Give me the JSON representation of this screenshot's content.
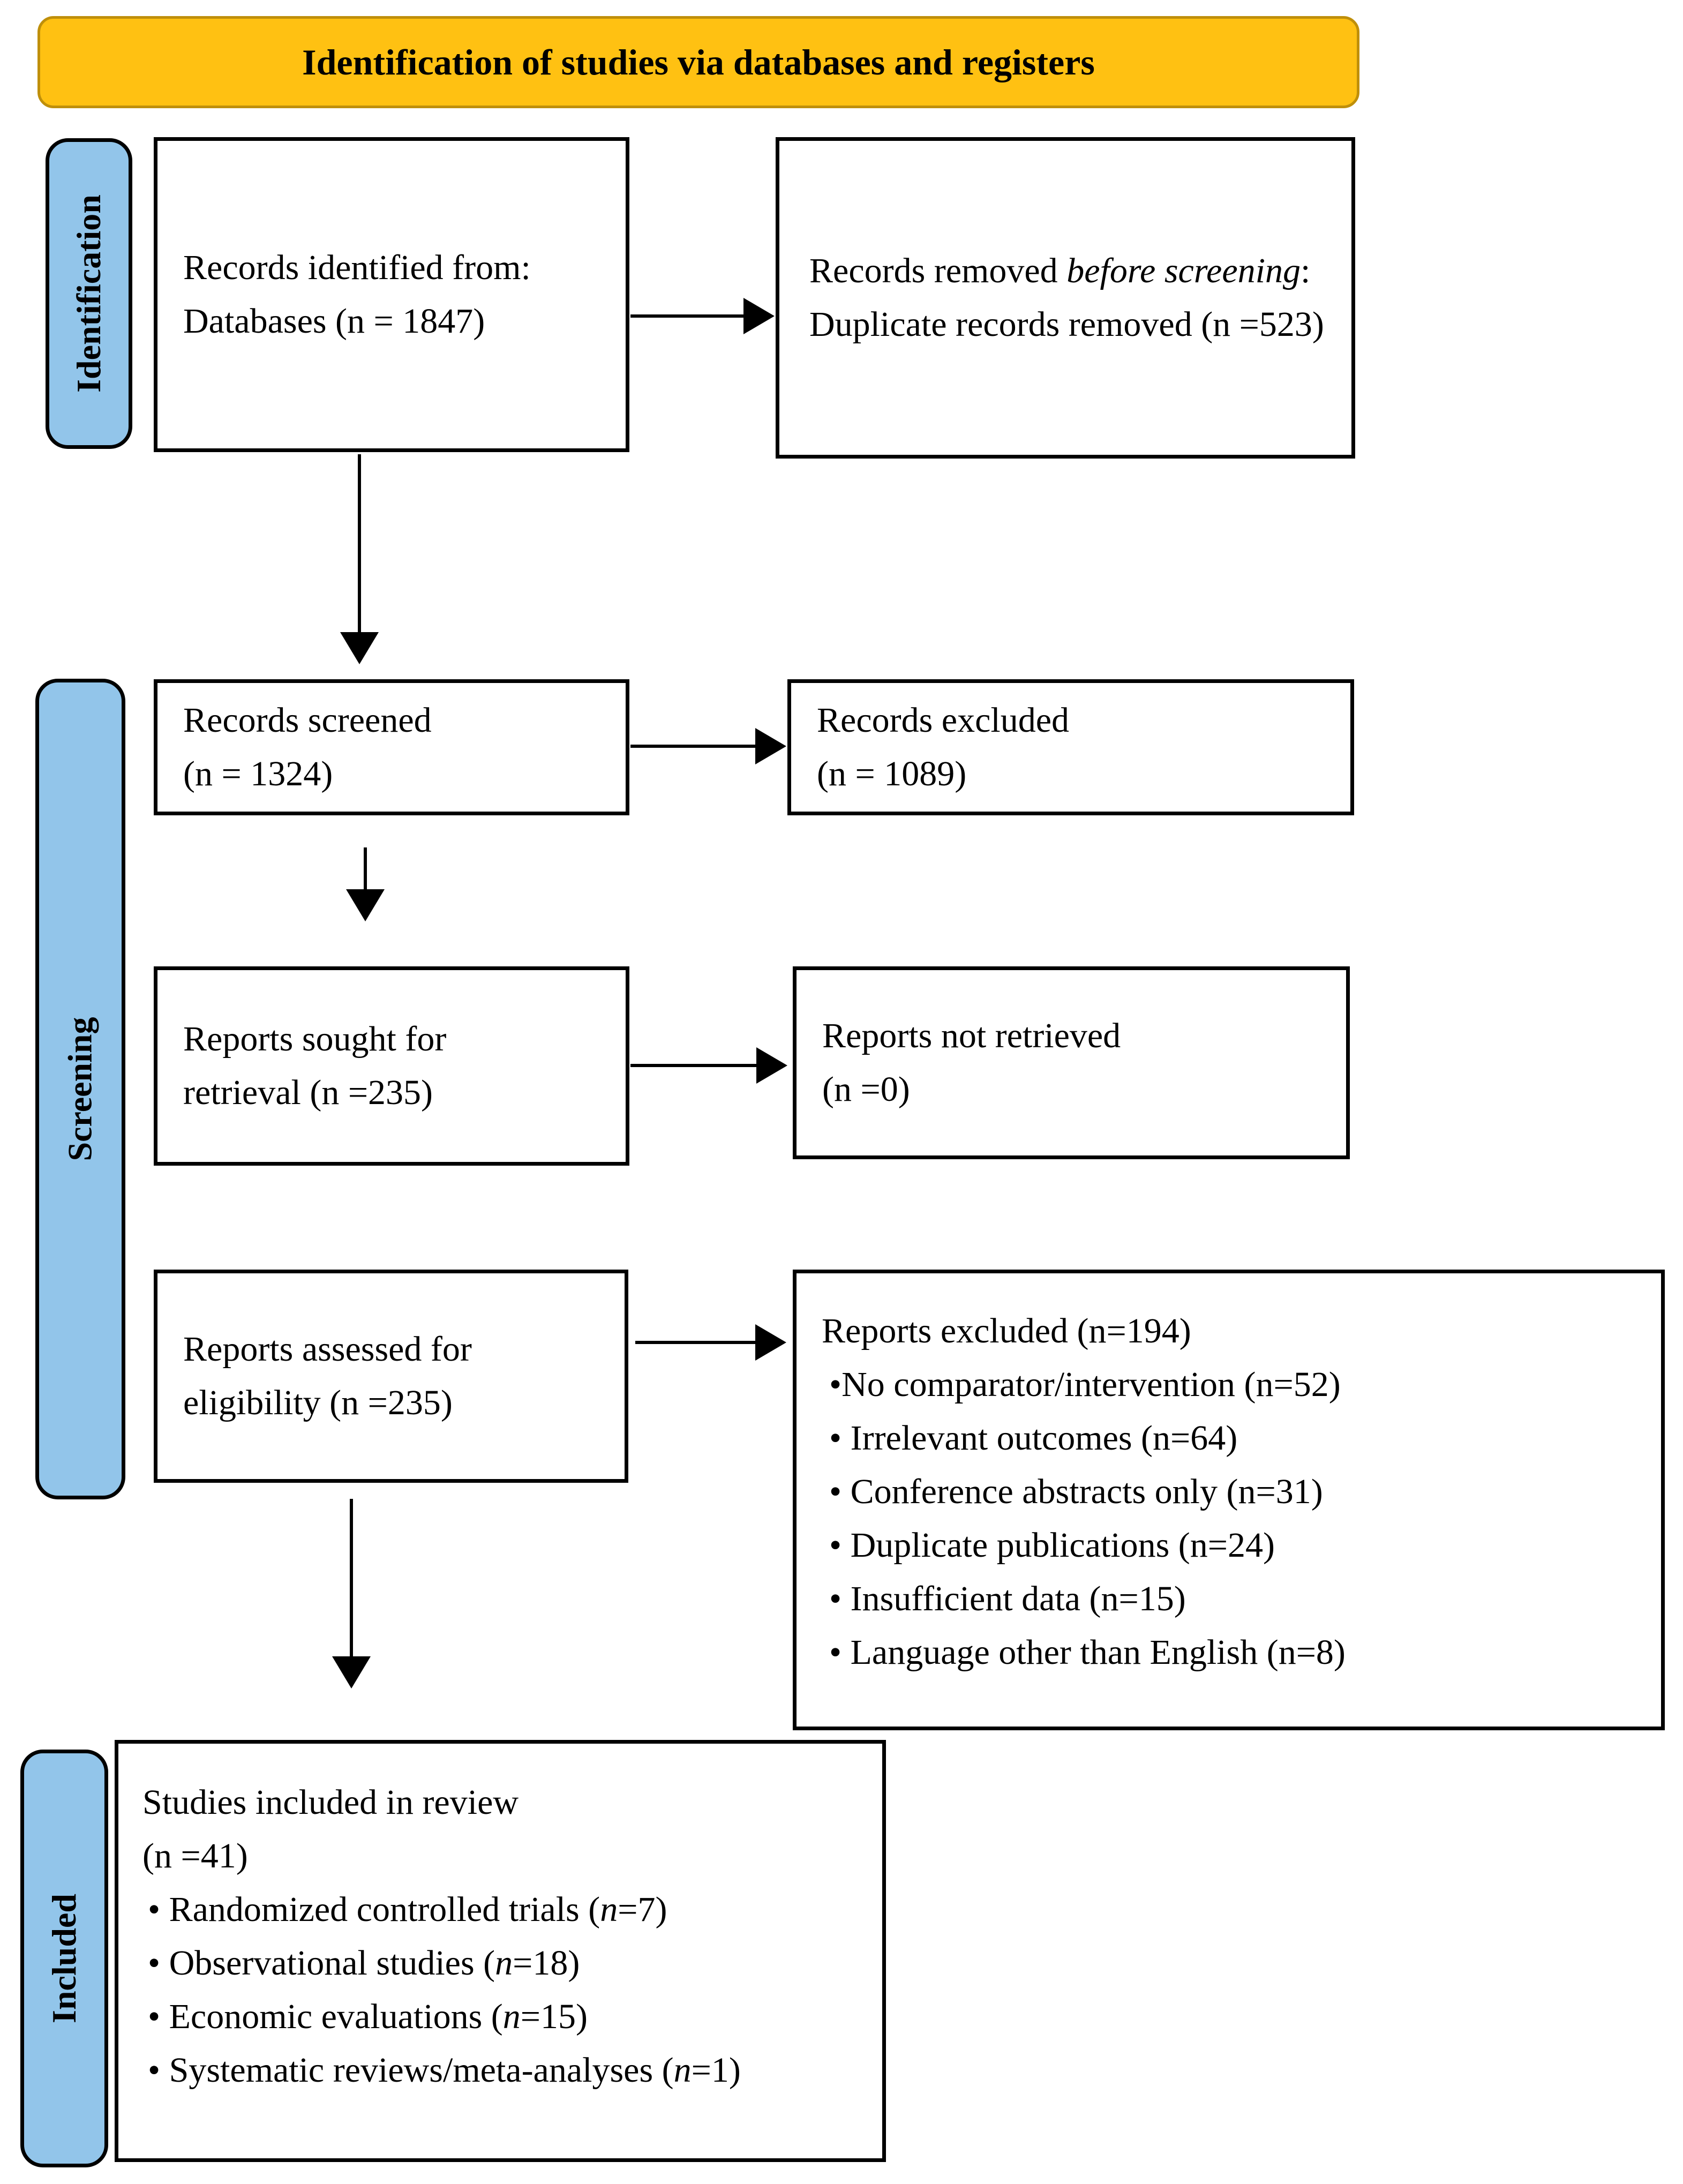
{
  "figure": {
    "type": "PRISMA flow diagram"
  },
  "banner": {
    "title": "Identification of studies via databases and registers"
  },
  "stages": {
    "identification": "Identification",
    "screening": "Screening",
    "included": "Included"
  },
  "colors": {
    "banner_fill": "#FFC112",
    "banner_border": "#BF8F0A",
    "stage_fill": "#92C5EA",
    "line": "#000000"
  },
  "boxes": {
    "records_identified": {
      "line1": "Records identified from:",
      "line2": "Databases (n = 1847)"
    },
    "records_removed": {
      "pre": "Records removed ",
      "italic": "before screening",
      "post": ": Duplicate records removed (n =523)"
    },
    "records_screened": {
      "line1": "Records screened",
      "line2": "(n = 1324)"
    },
    "records_excluded": {
      "line1": "Records excluded",
      "line2": "(n = 1089)"
    },
    "reports_sought": {
      "line1": "Reports sought for",
      "line2": "retrieval (n =235)"
    },
    "reports_not_retrieved": {
      "line1": "Reports not retrieved",
      "line2": "(n =0)"
    },
    "reports_assessed": {
      "line1": "Reports assessed for",
      "line2": "eligibility (n =235)"
    },
    "reports_excluded": {
      "title": "Reports excluded (n=194)",
      "items": [
        "•No comparator/intervention (n=52)",
        "• Irrelevant outcomes (n=64)",
        "• Conference abstracts only (n=31)",
        "• Duplicate publications (n=24)",
        "• Insufficient data (n=15)",
        "• Language other than English (n=8)"
      ]
    },
    "studies_included": {
      "line1": "Studies included in review",
      "line2": "(n =41)",
      "items": [
        {
          "bullet": "• ",
          "pre": "Randomized controlled trials (",
          "n": "n",
          "post": "=7)"
        },
        {
          "bullet": "• ",
          "pre": "Observational studies (",
          "n": "n",
          "post": "=18)"
        },
        {
          "bullet": "• ",
          "pre": "Economic evaluations (",
          "n": "n",
          "post": "=15)"
        },
        {
          "bullet": "• ",
          "pre": "Systematic reviews/meta-analyses (",
          "n": "n",
          "post": "=1)"
        }
      ]
    }
  }
}
